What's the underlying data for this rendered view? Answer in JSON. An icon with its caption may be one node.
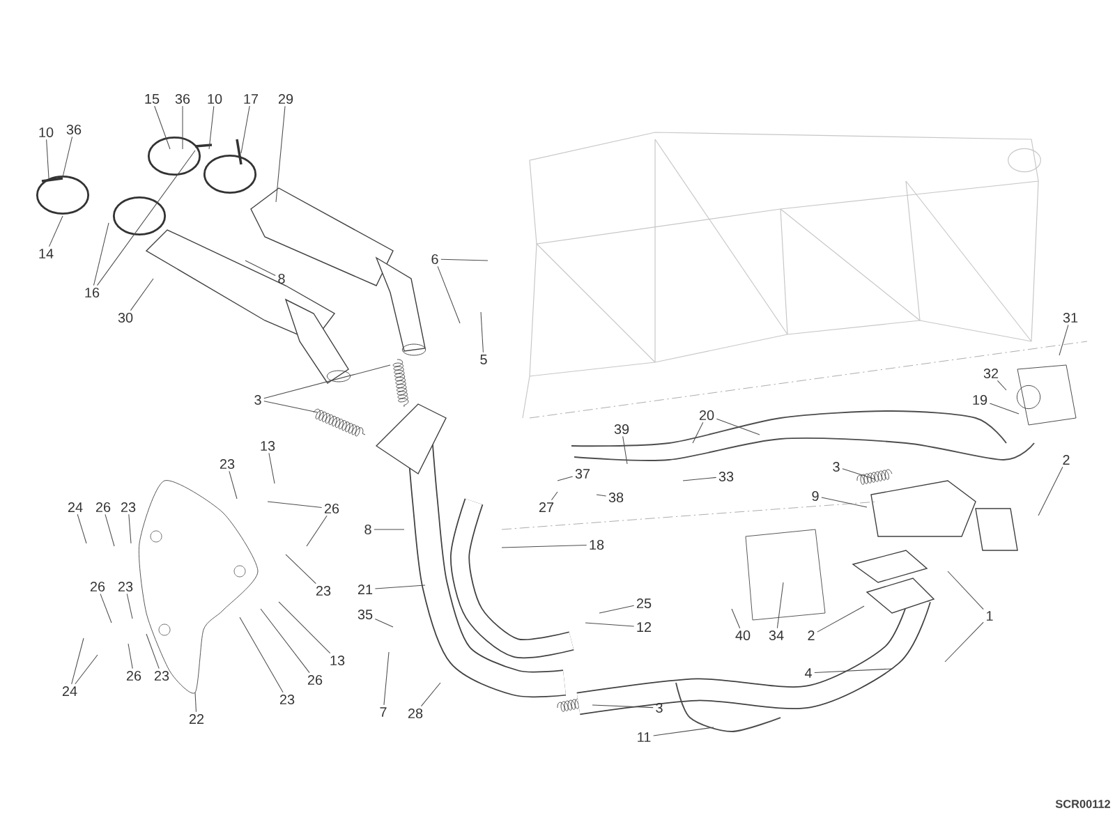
{
  "diagram": {
    "nodes": [
      {
        "text": [
          "10"
        ]
      },
      {
        "text": [
          "36"
        ]
      },
      {
        "text": [
          "14"
        ]
      },
      {
        "text": [
          "16"
        ]
      },
      {
        "text": [
          "15"
        ]
      },
      {
        "text": [
          "36"
        ]
      },
      {
        "text": [
          "10"
        ]
      },
      {
        "text": [
          "17"
        ]
      },
      {
        "text": [
          "29"
        ]
      },
      {
        "text": [
          "8"
        ]
      },
      {
        "text": [
          "30"
        ]
      },
      {
        "text": [
          "3"
        ]
      },
      {
        "text": [
          "6"
        ]
      },
      {
        "text": [
          "5"
        ]
      },
      {
        "text": [
          "31"
        ]
      },
      {
        "text": [
          "32"
        ]
      },
      {
        "text": [
          "19"
        ]
      },
      {
        "text": [
          "20"
        ]
      },
      {
        "text": [
          "39"
        ]
      },
      {
        "text": [
          "37"
        ]
      },
      {
        "text": [
          "33"
        ]
      },
      {
        "text": [
          "38"
        ]
      },
      {
        "text": [
          "27"
        ]
      },
      {
        "text": [
          "3"
        ]
      },
      {
        "text": [
          "9"
        ]
      },
      {
        "text": [
          "2"
        ]
      },
      {
        "text": [
          "18"
        ]
      },
      {
        "text": [
          "8"
        ]
      },
      {
        "text": [
          "21"
        ]
      },
      {
        "text": [
          "35"
        ]
      },
      {
        "text": [
          "7"
        ]
      },
      {
        "text": [
          "28"
        ]
      },
      {
        "text": [
          "25"
        ]
      },
      {
        "text": [
          "12"
        ]
      },
      {
        "text": [
          "40"
        ]
      },
      {
        "text": [
          "34"
        ]
      },
      {
        "text": [
          "2"
        ]
      },
      {
        "text": [
          "1"
        ]
      },
      {
        "text": [
          "4"
        ]
      },
      {
        "text": [
          "3"
        ]
      },
      {
        "text": [
          "11"
        ]
      },
      {
        "text": [
          "13"
        ]
      },
      {
        "text": [
          "23"
        ]
      },
      {
        "text": [
          "26"
        ]
      },
      {
        "text": [
          "24"
        ]
      },
      {
        "text": [
          "26"
        ]
      },
      {
        "text": [
          "23"
        ]
      },
      {
        "text": [
          "23"
        ]
      },
      {
        "text": [
          "26"
        ]
      },
      {
        "text": [
          "23"
        ]
      },
      {
        "text": [
          "24"
        ]
      },
      {
        "text": [
          "26"
        ]
      },
      {
        "text": [
          "23"
        ]
      },
      {
        "text": [
          "13"
        ]
      },
      {
        "text": [
          "26"
        ]
      },
      {
        "text": [
          "23"
        ]
      },
      {
        "text": [
          "22"
        ]
      }
    ],
    "edges": [
      {
        "from": 0,
        "to": null,
        "arrow": "none"
      },
      {
        "from": 1,
        "to": null,
        "arrow": "none"
      },
      {
        "from": 2,
        "to": null,
        "arrow": "none"
      },
      {
        "from": 3,
        "to": null,
        "arrow": "none"
      },
      {
        "from": 3,
        "to": null,
        "arrow": "none"
      },
      {
        "from": 4,
        "to": null,
        "arrow": "none"
      },
      {
        "from": 5,
        "to": null,
        "arrow": "none"
      },
      {
        "from": 6,
        "to": null,
        "arrow": "none"
      },
      {
        "from": 7,
        "to": null,
        "arrow": "none"
      },
      {
        "from": 8,
        "to": null,
        "arrow": "none"
      },
      {
        "from": 9,
        "to": null,
        "arrow": "none"
      },
      {
        "from": 10,
        "to": null,
        "arrow": "none"
      },
      {
        "from": 11,
        "to": null,
        "arrow": "none"
      },
      {
        "from": 11,
        "to": null,
        "arrow": "none"
      },
      {
        "from": 12,
        "to": null,
        "arrow": "none"
      },
      {
        "from": 12,
        "to": null,
        "arrow": "none"
      },
      {
        "from": 13,
        "to": null,
        "arrow": "none"
      },
      {
        "from": 14,
        "to": null,
        "arrow": "none"
      },
      {
        "from": 15,
        "to": null,
        "arrow": "none"
      },
      {
        "from": 16,
        "to": null,
        "arrow": "none"
      },
      {
        "from": 17,
        "to": null,
        "arrow": "none"
      },
      {
        "from": 17,
        "to": null,
        "arrow": "none"
      },
      {
        "from": 18,
        "to": null,
        "arrow": "none"
      },
      {
        "from": 19,
        "to": null,
        "arrow": "none"
      },
      {
        "from": 20,
        "to": null,
        "arrow": "none"
      },
      {
        "from": 21,
        "to": null,
        "arrow": "none"
      },
      {
        "from": 22,
        "to": null,
        "arrow": "none"
      },
      {
        "from": 23,
        "to": null,
        "arrow": "none"
      },
      {
        "from": 24,
        "to": null,
        "arrow": "none"
      },
      {
        "from": 25,
        "to": null,
        "arrow": "none"
      },
      {
        "from": 26,
        "to": null,
        "arrow": "none"
      },
      {
        "from": 27,
        "to": null,
        "arrow": "none"
      },
      {
        "from": 28,
        "to": null,
        "arrow": "none"
      },
      {
        "from": 29,
        "to": null,
        "arrow": "none"
      },
      {
        "from": 30,
        "to": null,
        "arrow": "none"
      },
      {
        "from": 31,
        "to": null,
        "arrow": "none"
      },
      {
        "from": 32,
        "to": null,
        "arrow": "none"
      },
      {
        "from": 33,
        "to": null,
        "arrow": "none"
      },
      {
        "from": 34,
        "to": null,
        "arrow": "none"
      },
      {
        "from": 35,
        "to": null,
        "arrow": "none"
      },
      {
        "from": 36,
        "to": null,
        "arrow": "none"
      },
      {
        "from": 37,
        "to": null,
        "arrow": "none"
      },
      {
        "from": 37,
        "to": null,
        "arrow": "none"
      },
      {
        "from": 38,
        "to": null,
        "arrow": "none"
      },
      {
        "from": 39,
        "to": null,
        "arrow": "none"
      },
      {
        "from": 40,
        "to": null,
        "arrow": "none"
      },
      {
        "from": 41,
        "to": null,
        "arrow": "none"
      },
      {
        "from": 42,
        "to": null,
        "arrow": "none"
      },
      {
        "from": 43,
        "to": null,
        "arrow": "none"
      },
      {
        "from": 43,
        "to": null,
        "arrow": "none"
      },
      {
        "from": 44,
        "to": null,
        "arrow": "none"
      },
      {
        "from": 45,
        "to": null,
        "arrow": "none"
      },
      {
        "from": 46,
        "to": null,
        "arrow": "none"
      },
      {
        "from": 47,
        "to": null,
        "arrow": "none"
      },
      {
        "from": 48,
        "to": null,
        "arrow": "none"
      },
      {
        "from": 49,
        "to": null,
        "arrow": "none"
      },
      {
        "from": 50,
        "to": null,
        "arrow": "none"
      },
      {
        "from": 50,
        "to": null,
        "arrow": "none"
      },
      {
        "from": 51,
        "to": null,
        "arrow": "none"
      },
      {
        "from": 52,
        "to": null,
        "arrow": "none"
      },
      {
        "from": 53,
        "to": null,
        "arrow": "none"
      },
      {
        "from": 54,
        "to": null,
        "arrow": "none"
      },
      {
        "from": 55,
        "to": null,
        "arrow": "none"
      },
      {
        "from": 56,
        "to": null,
        "arrow": "none"
      }
    ],
    "labels": [
      "SCR00112"
    ]
  }
}
